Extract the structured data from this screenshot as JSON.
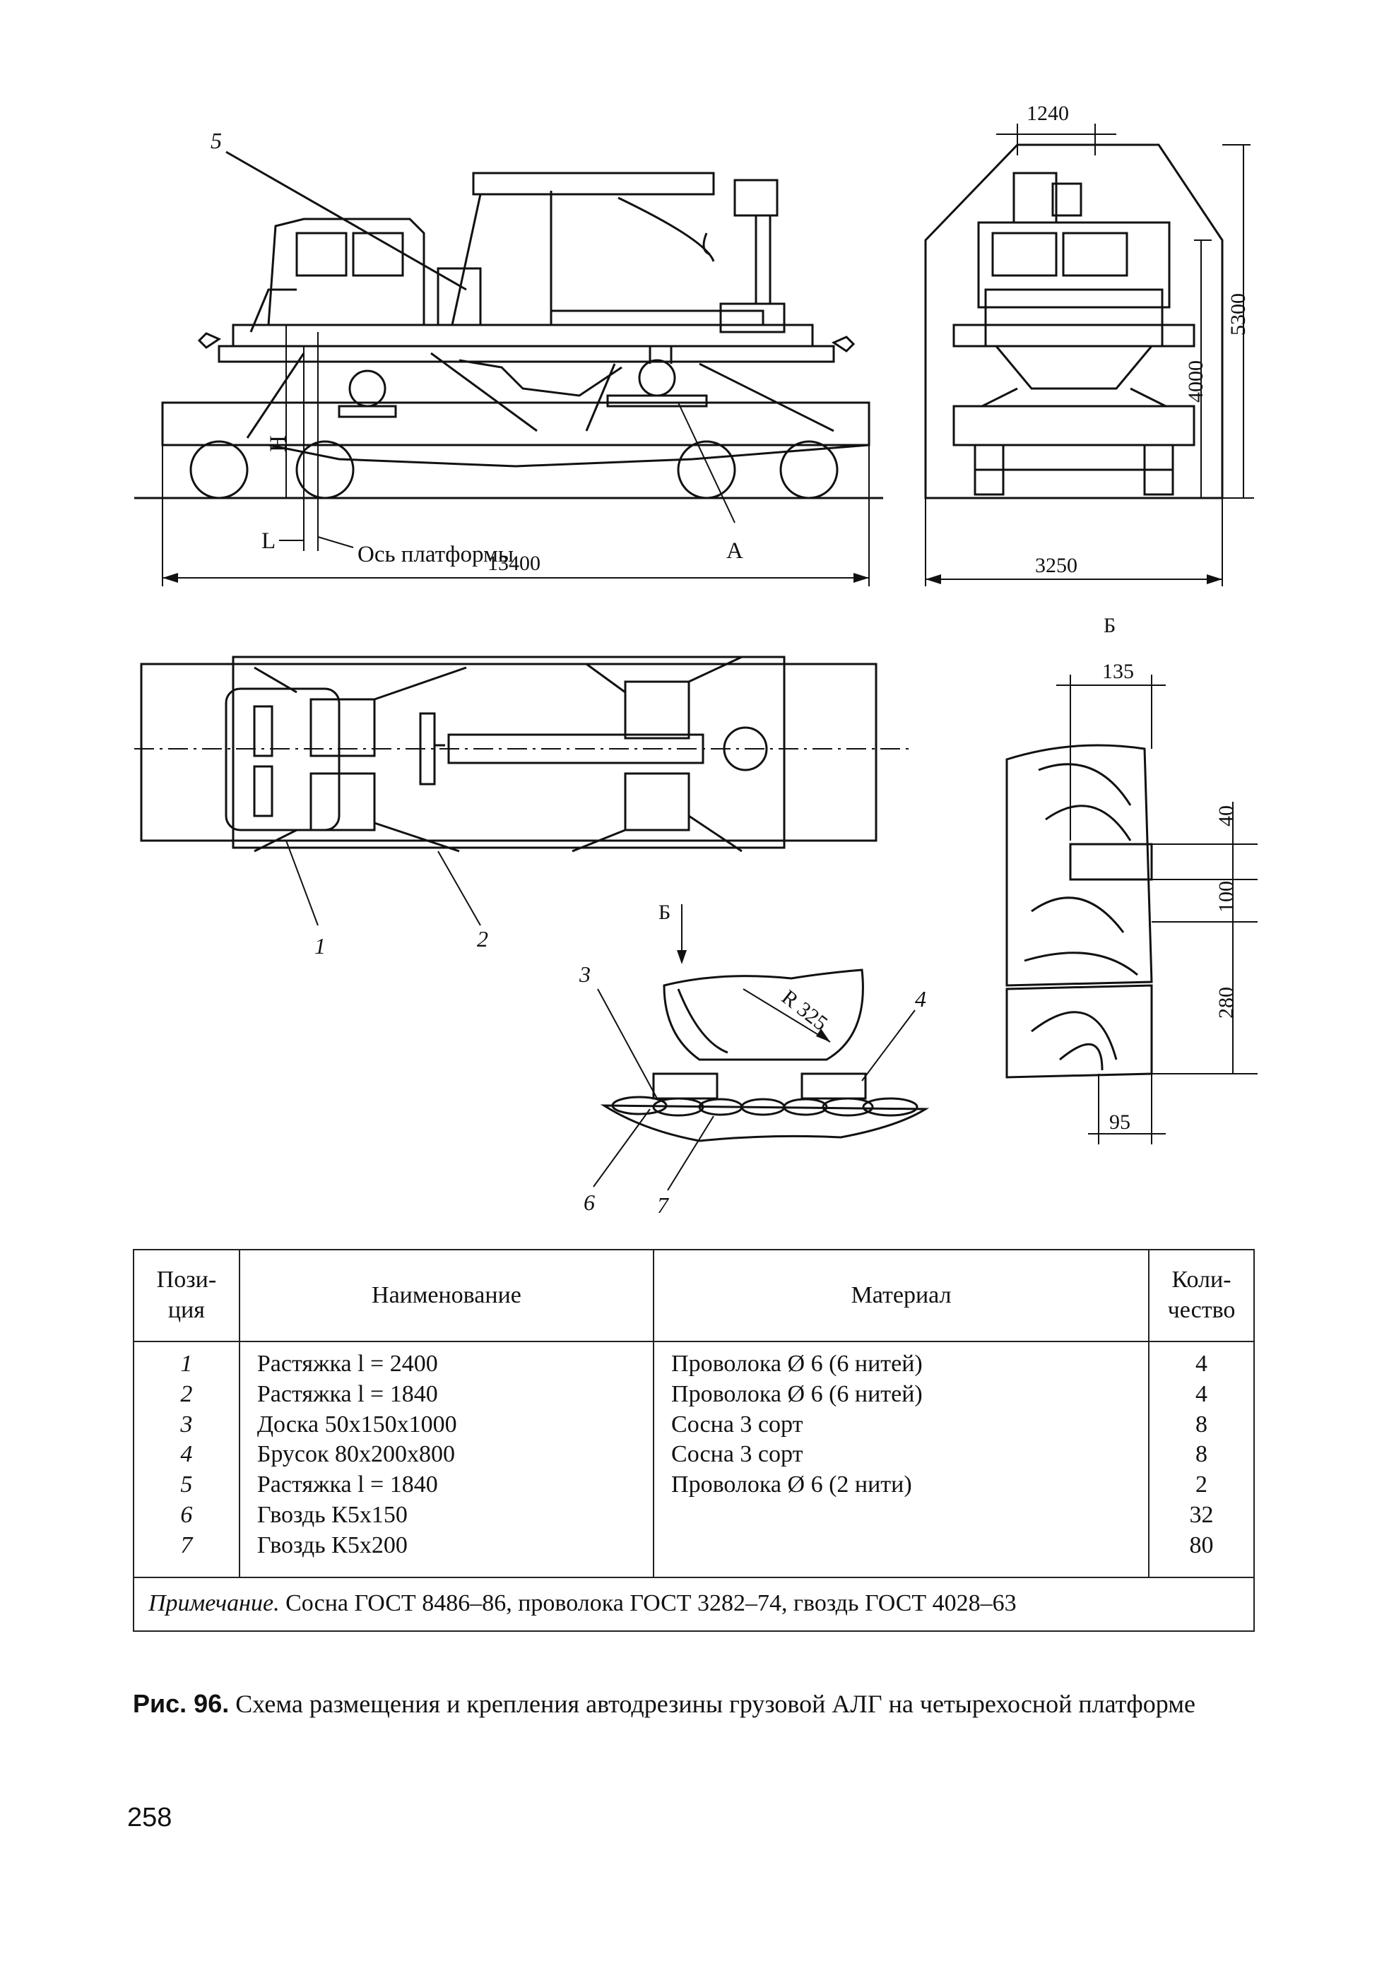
{
  "side_view": {
    "labels": {
      "pos5": "5",
      "dim_h": "H",
      "dim_l": "L",
      "axis": "Ось платформы",
      "point_a": "A",
      "length": "13400"
    }
  },
  "end_view": {
    "labels": {
      "top_width": "1240",
      "height_4000": "4000",
      "height_5300": "5300",
      "base_width": "3250"
    }
  },
  "plan_view": {
    "labels": {
      "pos1": "1",
      "pos2": "2"
    }
  },
  "section_b": {
    "labels": {
      "title": "Б",
      "width_135": "135",
      "dim_40": "40",
      "dim_100": "100",
      "dim_280": "280",
      "width_95": "95"
    }
  },
  "detail_view": {
    "labels": {
      "arrow_b": "Б",
      "pos3": "3",
      "pos4": "4",
      "radius": "R 325",
      "pos6": "6",
      "pos7": "7"
    }
  },
  "table": {
    "headers": {
      "position": [
        "Пози-",
        "ция"
      ],
      "name": "Наименование",
      "material": "Материал",
      "quantity": [
        "Коли-",
        "чество"
      ]
    },
    "rows": [
      {
        "pos": "1",
        "name": "Растяжка l = 2400",
        "material": "Проволока Ø 6 (6 нитей)",
        "qty": "4"
      },
      {
        "pos": "2",
        "name": "Растяжка l = 1840",
        "material": "Проволока Ø 6 (6 нитей)",
        "qty": "4"
      },
      {
        "pos": "3",
        "name": "Доска 50х150х1000",
        "material": "Сосна 3 сорт",
        "qty": "8"
      },
      {
        "pos": "4",
        "name": "Брусок 80х200х800",
        "material": "Сосна 3 сорт",
        "qty": "8"
      },
      {
        "pos": "5",
        "name": "Растяжка l = 1840",
        "material": "Проволока Ø 6 (2 нити)",
        "qty": "2"
      },
      {
        "pos": "6",
        "name": "Гвоздь К5х150",
        "material": "",
        "qty": "32"
      },
      {
        "pos": "7",
        "name": "Гвоздь К5х200",
        "material": "",
        "qty": "80"
      }
    ],
    "note_label": "Примечание.",
    "note_text": " Сосна ГОСТ 8486–86, проволока ГОСТ 3282–74, гвоздь ГОСТ 4028–63"
  },
  "caption": {
    "label": "Рис. 96.",
    "text": " Схема размещения и крепления автодрезины грузовой АЛГ на четырехосной платформе"
  },
  "page_number": "258"
}
